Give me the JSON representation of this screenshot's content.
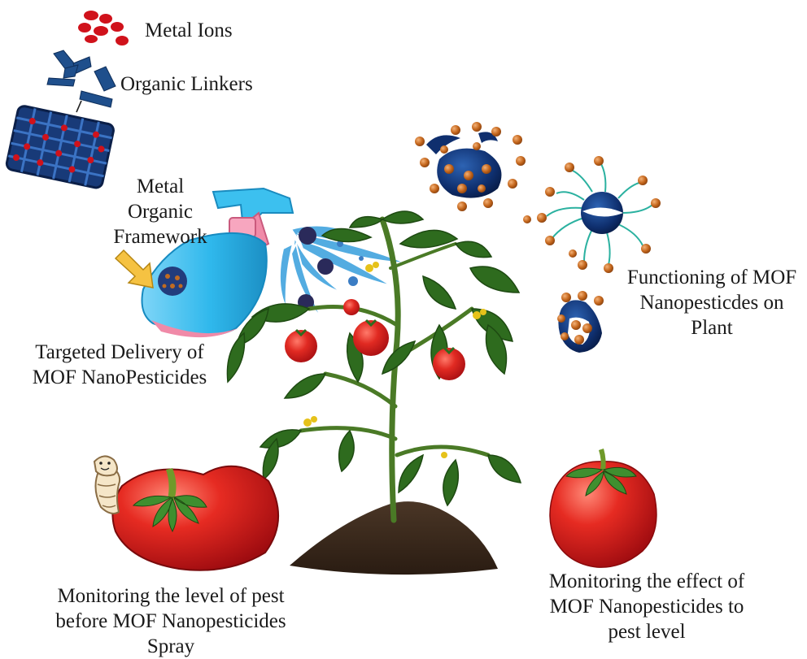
{
  "labels": {
    "metal_ions": "Metal Ions",
    "organic_linkers": "Organic Linkers",
    "mof": [
      "Metal",
      "Organic",
      "Framework"
    ],
    "targeted_delivery": [
      "Targeted Delivery of",
      "MOF NanoPesticides"
    ],
    "functioning": [
      "Functioning of MOF",
      "Nanopesticdes on",
      "Plant"
    ],
    "monitoring_before": [
      "Monitoring the level of pest",
      "before MOF  Nanopesticides",
      "Spray"
    ],
    "monitoring_effect": [
      "Monitoring the effect of",
      "MOF  Nanopesticides to",
      "pest level"
    ]
  },
  "colors": {
    "metal_ion": "#d0121b",
    "linker": "#1f4f8c",
    "framework": "#183a78",
    "bottle": "#2fb8ec",
    "bottle_trigger": "#f08aa8",
    "spray": "#4aa8e0",
    "tomato": "#dd1f1f",
    "leaf": "#2e6b1e",
    "soil": "#3b2a1e",
    "nanoparticle_shell": "#0f2f6e",
    "nanoparticle_bead": "#c06b22",
    "arrow": "#f5c242"
  },
  "icons": {
    "metal_ions": "red-dots-icon",
    "organic_linkers": "blue-rods-icon",
    "framework": "lattice-cube-icon",
    "spray_bottle": "spray-bottle-icon",
    "plant": "tomato-plant-icon",
    "worm_tomato": "worm-tomato-icon",
    "healthy_tomato": "healthy-tomato-icon",
    "nanoparticle": "mof-nanoparticle-icon"
  }
}
